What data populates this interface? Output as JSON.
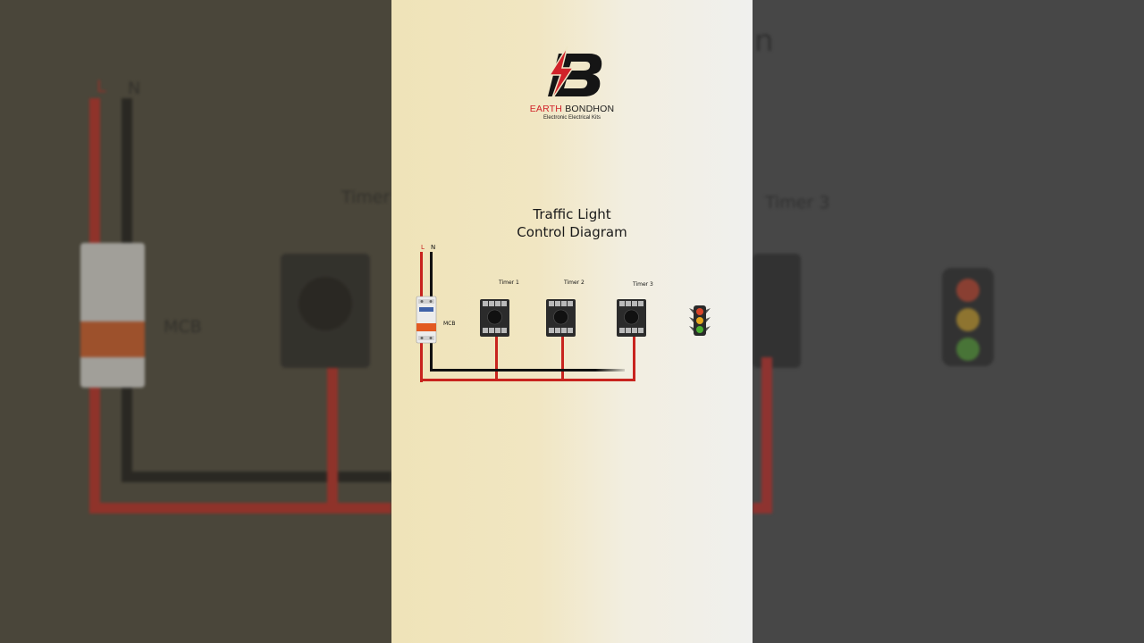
{
  "brand": {
    "name_part1": "EARTH",
    "name_part2": "BONDHON",
    "tagline": "Electronic Electrical Kits",
    "logo_icon": "lightning-b-logo"
  },
  "diagram": {
    "title_line1": "Traffic Light",
    "title_line2": "Control Diagram",
    "line_label": "L",
    "neutral_label": "N",
    "mcb_label": "MCB",
    "timers": [
      "Timer 1",
      "Timer 2",
      "Timer 3"
    ],
    "traffic_light_icon": "traffic-light-icon"
  },
  "backdrop": {
    "left_line_label": "L",
    "left_neutral_label": "N",
    "left_mcb_label": "MCB",
    "left_timer_label_fragment": "Timer",
    "right_timer_label": "Timer 3",
    "right_title_fragment": "n"
  },
  "colors": {
    "line_wire": "#c8241e",
    "neutral_wire": "#111111",
    "brand_red": "#d1232a"
  }
}
